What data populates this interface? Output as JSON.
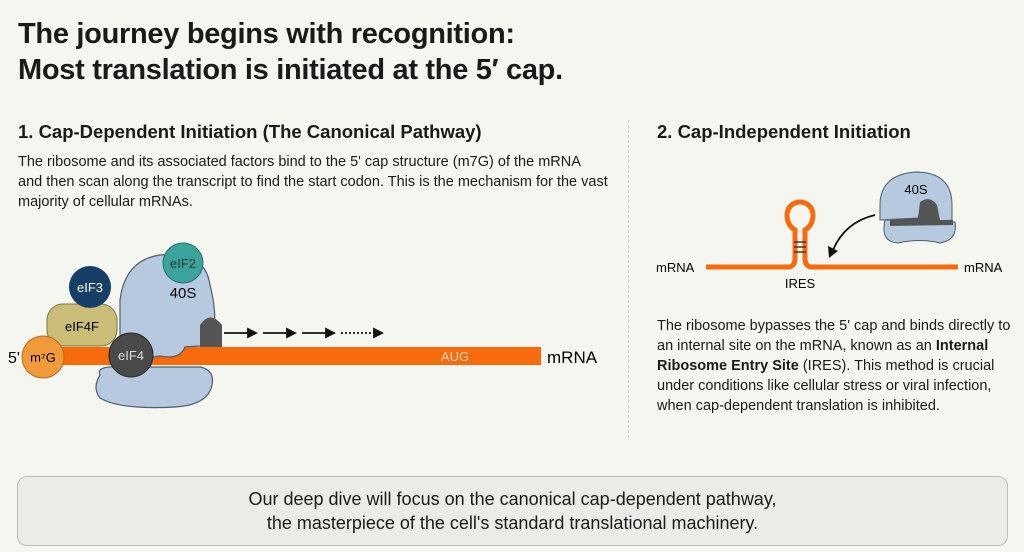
{
  "title": {
    "line1": "The journey begins with recognition:",
    "line2": "Most translation is initiated at the 5′ cap."
  },
  "left": {
    "heading": "1. Cap-Dependent Initiation (The Canonical Pathway)",
    "text": "The ribosome and its associated factors bind to the 5' cap structure (m7G) of the mRNA and then scan along the transcript to find the start codon. This is the mechanism for the vast majority of cellular mRNAs.",
    "diagram": {
      "five_prime": "5'",
      "cap": "m⁷G",
      "eif4": "eIF4",
      "eif4f": "eIF4F",
      "eif3": "eIF3",
      "eif2": "eIF2",
      "subunit": "40S",
      "codon": "AUG",
      "mrna": "mRNA"
    }
  },
  "right": {
    "heading": "2. Cap-Independent Initiation",
    "diagram": {
      "mrna_left": "mRNA",
      "mrna_right": "mRNA",
      "ires": "IRES",
      "subunit": "40S"
    },
    "text_pre": "The ribosome bypasses the 5' cap and binds directly to an internal site on the mRNA, known as an ",
    "text_bold": "Internal Ribosome Entry Site",
    "text_post": " (IRES). This method is crucial under conditions like cellular stress or viral infection, when cap-dependent translation is inhibited."
  },
  "footer": {
    "line1": "Our deep dive will focus on the canonical cap-dependent pathway,",
    "line2": "the masterpiece of the cell's standard translational machinery."
  },
  "colors": {
    "mrna": "#f76b0c",
    "ribosome": "#b7c9df",
    "cap": "#f29a3a",
    "eif4": "#4a4a4a",
    "eif4f": "#c9bd78",
    "eif3": "#163e66",
    "eif2": "#3aa39b"
  }
}
